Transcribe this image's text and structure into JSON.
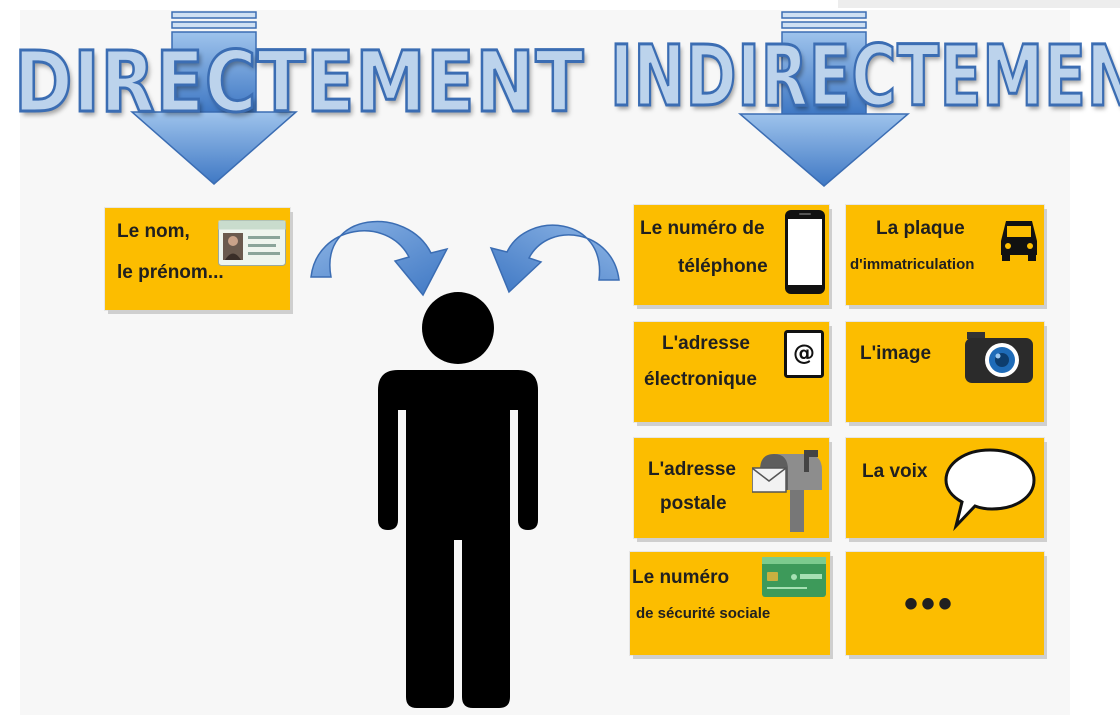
{
  "headings": {
    "direct": "DIRECTEMENT",
    "indirect": "INDIRECTEMENT"
  },
  "direct_box": {
    "line1": "Le nom,",
    "line2": "le prénom..."
  },
  "indirect_boxes": {
    "phone": {
      "line1": "Le numéro de",
      "line2": "téléphone"
    },
    "plate": {
      "line1": "La plaque",
      "line2": "d'immatriculation"
    },
    "email": {
      "line1": "L'adresse",
      "line2": "électronique"
    },
    "image": {
      "line1": "L'image"
    },
    "postal": {
      "line1": "L'adresse",
      "line2": "postale"
    },
    "voice": {
      "line1": "La voix"
    },
    "social": {
      "line1": "Le numéro",
      "line2": "de sécurité sociale"
    },
    "more": {
      "line1": "•••"
    }
  },
  "icons": {
    "id_card": "id-card-icon",
    "smartphone": "smartphone-icon",
    "car": "car-icon",
    "email": "email-at-icon",
    "camera": "camera-icon",
    "mailbox": "mailbox-icon",
    "speech_bubble": "speech-bubble-icon",
    "vitale_card": "vitale-card-icon",
    "person": "person-silhouette-icon"
  },
  "colors": {
    "box_fill": "#fcbd00",
    "arrow_fill": "#5b8fd0",
    "heading_fill": "#bcd3ec",
    "heading_stroke": "#3b6db3",
    "person": "#000000"
  }
}
